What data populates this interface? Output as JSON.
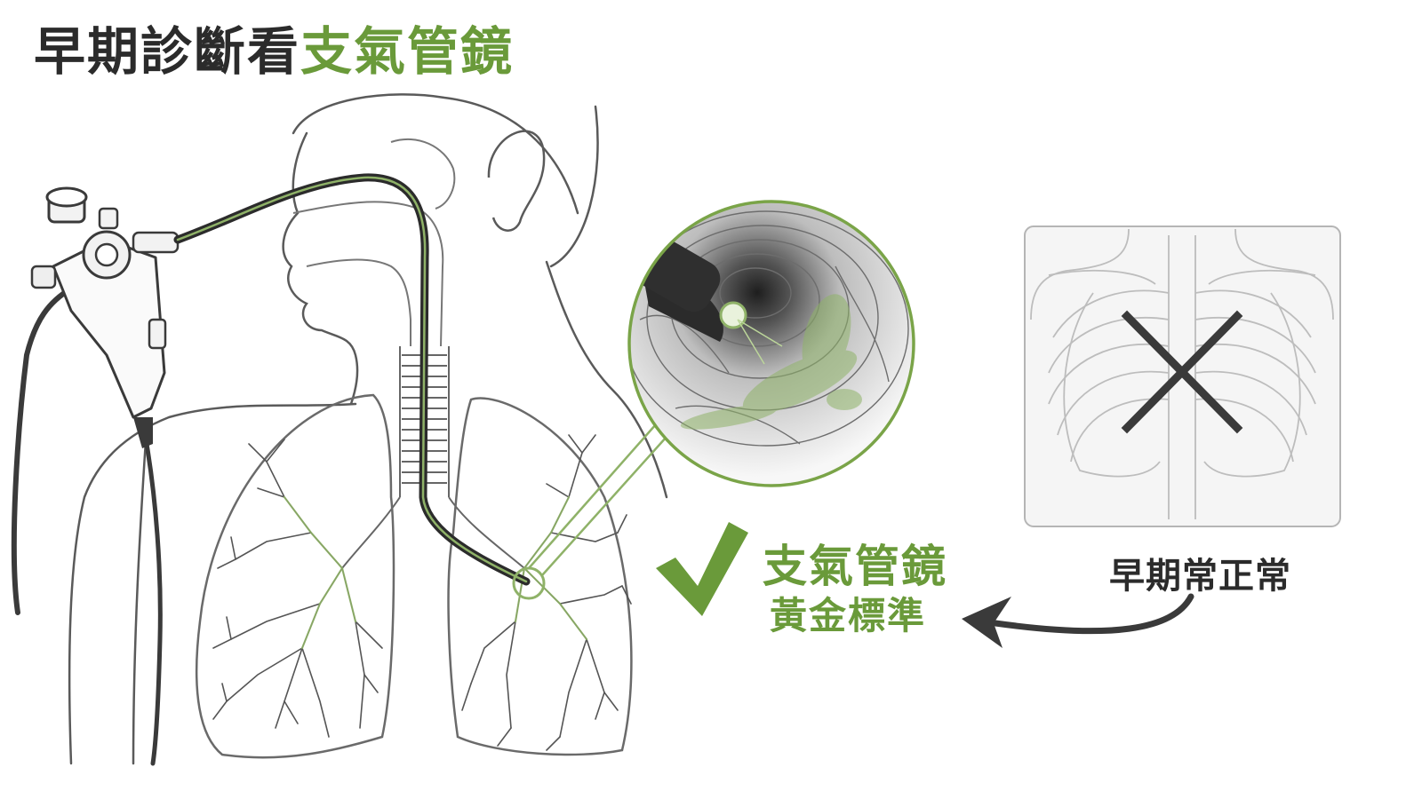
{
  "title": {
    "prefix": "早期診斷看",
    "highlight": "支氣管鏡"
  },
  "bronchoscopy": {
    "name": "支氣管鏡",
    "note": "黃金標準"
  },
  "xray": {
    "caption": "早期常正常"
  },
  "colors": {
    "accent_green": "#6a9a3a",
    "dark_text": "#2b2b2b",
    "line_art": "#555555",
    "x_mark": "#3a3a3a"
  },
  "icons": [
    "bronchoscope-icon",
    "check-icon",
    "x-mark-icon",
    "curved-arrow-icon"
  ]
}
